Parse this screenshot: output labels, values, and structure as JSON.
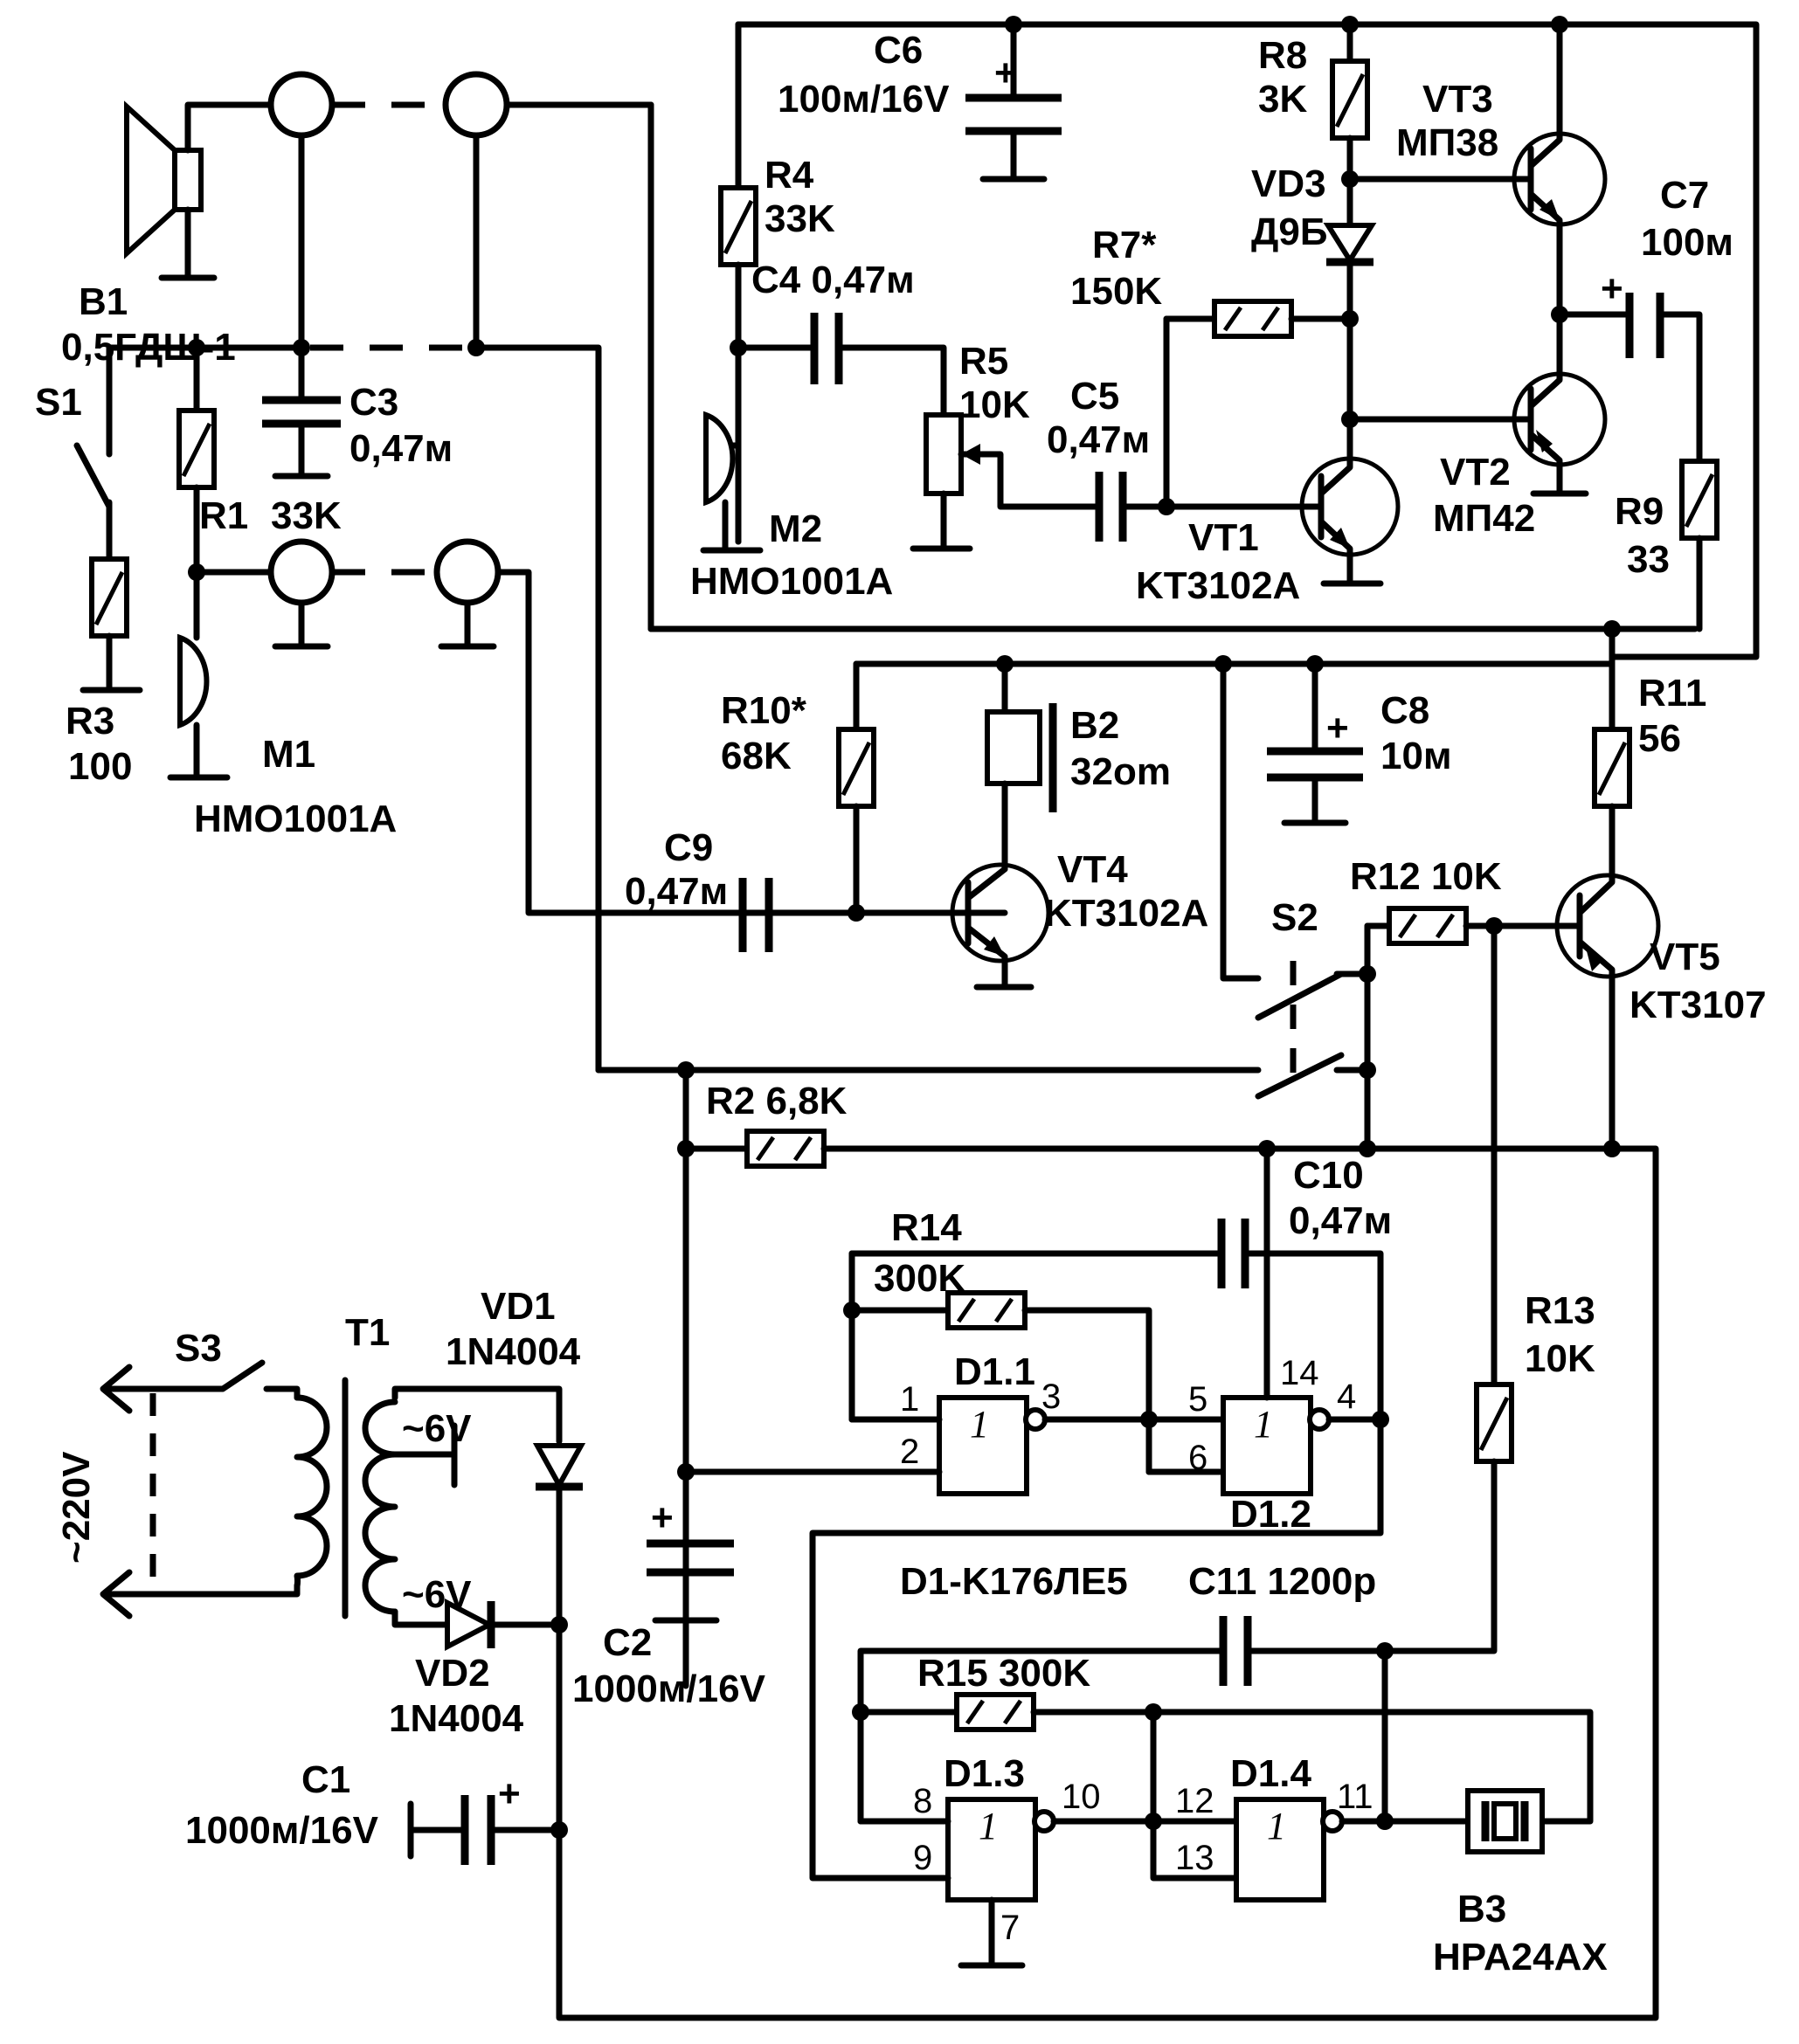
{
  "labels": {
    "c6": "C6",
    "c6v": "100м/16V",
    "r8": "R8",
    "r8v": "3K",
    "vt3": "VT3",
    "vt3t": "МП38",
    "r4": "R4",
    "r4v": "33K",
    "vd3": "VD3",
    "vd3t": "Д9Б",
    "c7": "C7",
    "c7v": "100м",
    "b1": "B1",
    "b1t": "0,5ГДШ-1",
    "r7": "R7*",
    "r7v": "150K",
    "c4": "C4 0,47м",
    "r5": "R5",
    "r5v": "10K",
    "c5": "C5",
    "c5v": "0,47м",
    "s1": "S1",
    "c3": "C3",
    "c3v": "0,47м",
    "r1": "R1",
    "r1v": "33K",
    "vt2": "VT2",
    "vt2t": "МП42",
    "r9": "R9",
    "r9v": "33",
    "m2": "M2",
    "m2t": "НМО1001А",
    "vt1": "VT1",
    "vt1t": "KT3102A",
    "r3": "R3",
    "r3v": "100",
    "m1": "M1",
    "m1t": "НМО1001А",
    "r11": "R11",
    "r11v": "56",
    "r10": "R10*",
    "r10v": "68K",
    "b2": "B2",
    "b2v": "32om",
    "c8": "C8",
    "c8v": "10м",
    "c9": "C9",
    "c9v": "0,47м",
    "vt4": "VT4",
    "vt4t": "KT3102A",
    "r12": "R12 10K",
    "s2": "S2",
    "vt5": "VT5",
    "vt5t": "KT3107",
    "r2": "R2 6,8K",
    "c10": "C10",
    "c10v": "0,47м",
    "r14": "R14",
    "r14v": "300K",
    "r13": "R13",
    "r13v": "10K",
    "vd1": "VD1",
    "vd1t": "1N4004",
    "s3": "S3",
    "t1": "T1",
    "ac": "~220V",
    "sec1": "~6V",
    "sec2": "~6V",
    "vd2": "VD2",
    "vd2t": "1N4004",
    "c2": "C2",
    "c2v": "1000м/16V",
    "c1": "C1",
    "c1v": "1000м/16V",
    "d1": "D1-K176ЛЕ5",
    "c11": "C11 1200p",
    "r15": "R15 300K",
    "d11": "D1.1",
    "d12": "D1.2",
    "d13": "D1.3",
    "d14": "D1.4",
    "b3": "B3",
    "b3t": "HPA24AX",
    "gate": "1"
  },
  "pins": {
    "p1": "1",
    "p2": "2",
    "p3": "3",
    "p4": "4",
    "p5": "5",
    "p6": "6",
    "p7": "7",
    "p8": "8",
    "p9": "9",
    "p10": "10",
    "p11": "11",
    "p12": "12",
    "p13": "13",
    "p14": "14"
  }
}
